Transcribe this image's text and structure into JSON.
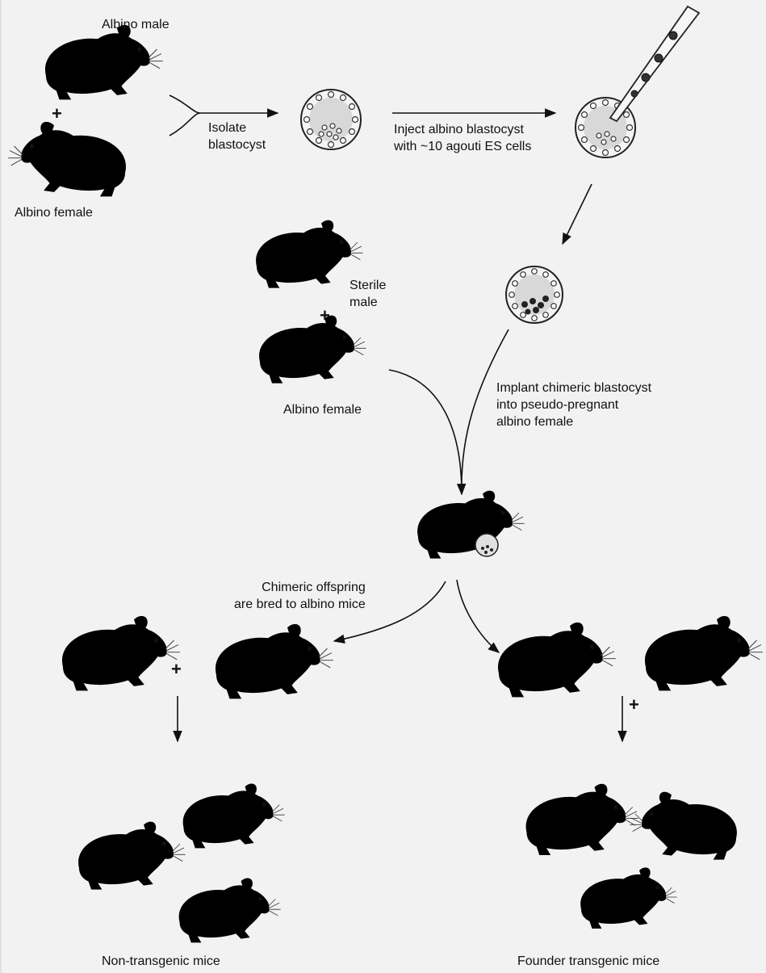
{
  "labels": {
    "albino_male": "Albino male",
    "albino_female_top": "Albino female",
    "isolate_blastocyst": "Isolate\nblastocyst",
    "inject": "Inject albino blastocyst\nwith ~10 agouti ES cells",
    "sterile_male": "Sterile\nmale",
    "albino_female_mid": "Albino female",
    "implant": "Implant chimeric blastocyst\ninto pseudo-pregnant\nalbino female",
    "chimeric_offspring": "Chimeric offspring\nare bred to albino mice",
    "non_transgenic": "Non-transgenic mice",
    "founder_transgenic": "Founder transgenic mice"
  },
  "plus_sign": "+",
  "colors": {
    "background": "#f2f2f2",
    "albino_fur": "#ececec",
    "albino_shade": "#d4d4d4",
    "agouti_fur": "#6e6e6e",
    "agouti_shade": "#555555",
    "outline": "#222222"
  }
}
